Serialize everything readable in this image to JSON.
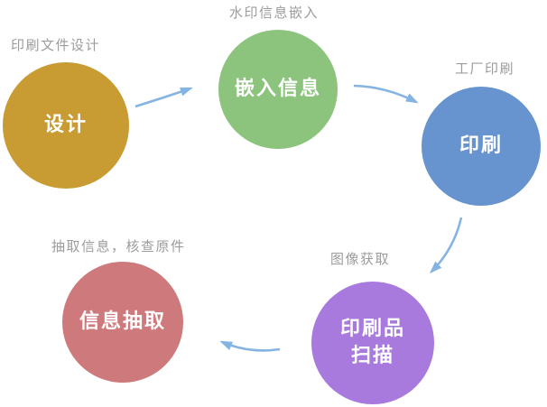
{
  "diagram": {
    "description": "Circular five-step watermark printing workflow diagram",
    "arrow_color": "#85b4e2",
    "annotation_color": "#9c9c9c",
    "node_text_color": "#ffffff",
    "nodes": [
      {
        "id": "design",
        "label": "设计",
        "annotation": "印刷文件设计",
        "color": "#c89b33"
      },
      {
        "id": "embed",
        "label": "嵌入信息",
        "annotation": "水印信息嵌入",
        "color": "#8cc47e"
      },
      {
        "id": "print",
        "label": "印刷",
        "annotation": "工厂印刷",
        "color": "#6793ce"
      },
      {
        "id": "scan",
        "label": "印刷品扫描",
        "label_lines": [
          "印刷品",
          "扫描"
        ],
        "annotation": "图像获取",
        "color": "#a97add"
      },
      {
        "id": "extract",
        "label": "信息抽取",
        "annotation": "抽取信息，核查原件",
        "color": "#ce797b"
      }
    ],
    "edges": [
      {
        "from": "design",
        "to": "embed"
      },
      {
        "from": "embed",
        "to": "print"
      },
      {
        "from": "print",
        "to": "scan"
      },
      {
        "from": "scan",
        "to": "extract"
      }
    ]
  }
}
